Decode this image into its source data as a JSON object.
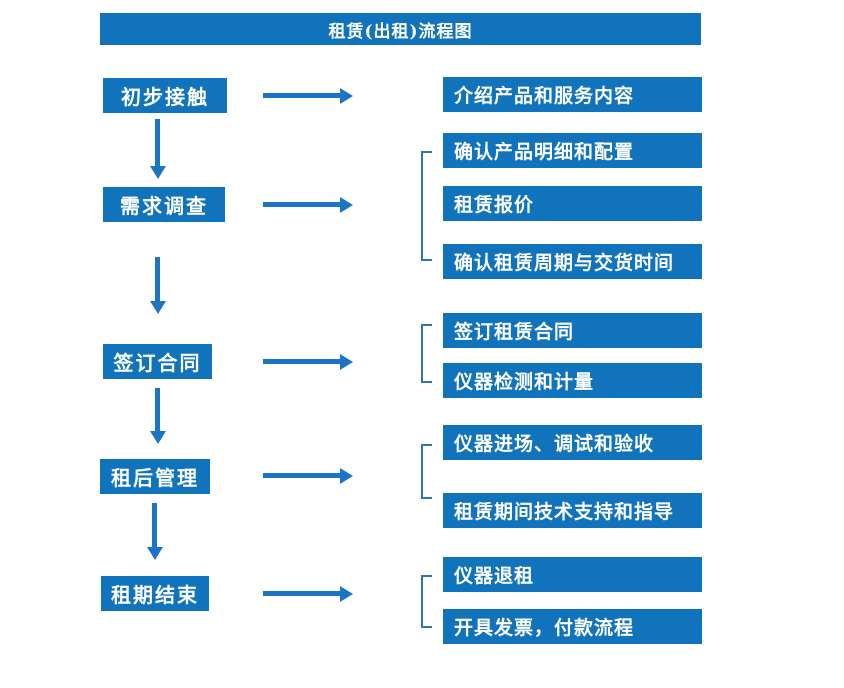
{
  "title": "租赁(出租)流程图",
  "colors": {
    "box_blue": "#1173bc",
    "arrow_blue": "#1b74c4",
    "bracket_blue": "#2e75b6",
    "text_white": "#ffffff"
  },
  "steps": [
    {
      "label": "初步接触"
    },
    {
      "label": "需求调查"
    },
    {
      "label": "签订合同"
    },
    {
      "label": "租后管理"
    },
    {
      "label": "租期结束"
    }
  ],
  "details": [
    {
      "label": "介绍产品和服务内容"
    },
    {
      "label": "确认产品明细和配置"
    },
    {
      "label": "租赁报价"
    },
    {
      "label": "确认租赁周期与交货时间"
    },
    {
      "label": "签订租赁合同"
    },
    {
      "label": "仪器检测和计量"
    },
    {
      "label": "仪器进场、调试和验收"
    },
    {
      "label": "租赁期间技术支持和指导"
    },
    {
      "label": "仪器退租"
    },
    {
      "label": "开具发票，付款流程"
    }
  ]
}
